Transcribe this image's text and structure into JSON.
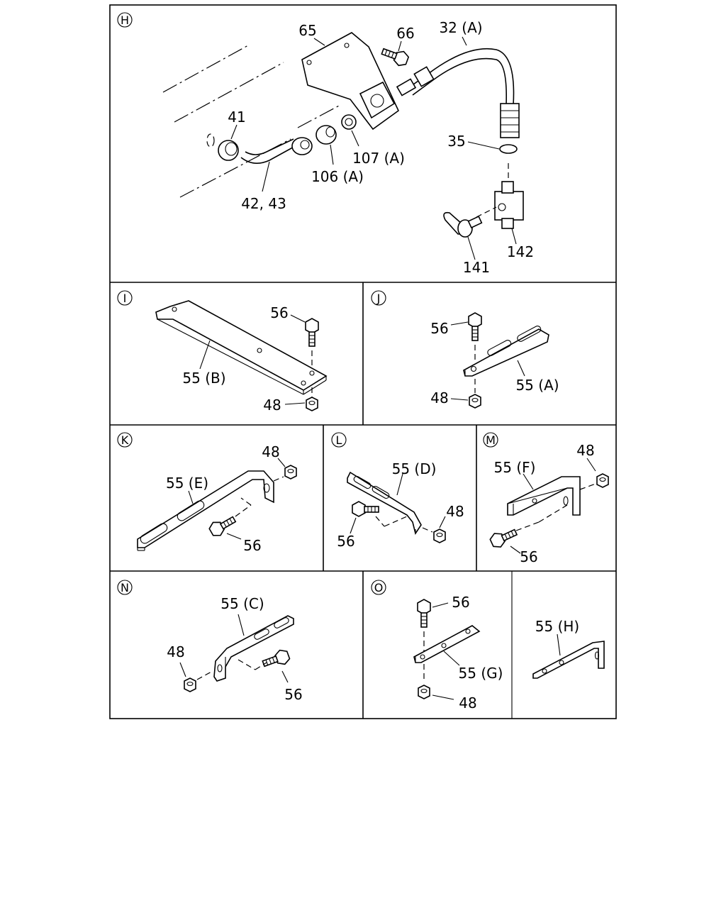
{
  "sections": {
    "H": {
      "marker": "H",
      "callouts": {
        "c65": "65",
        "c66": "66",
        "c32": "32 (A)",
        "c41": "41",
        "c35": "35",
        "c107": "107 (A)",
        "c106": "106 (A)",
        "c42": "42, 43",
        "c141": "141",
        "c142": "142"
      }
    },
    "I": {
      "marker": "I",
      "callouts": {
        "c56": "56",
        "c55": "55 (B)",
        "c48": "48"
      }
    },
    "J": {
      "marker": "J",
      "callouts": {
        "c56": "56",
        "c55": "55 (A)",
        "c48": "48"
      }
    },
    "K": {
      "marker": "K",
      "callouts": {
        "c48": "48",
        "c55": "55 (E)",
        "c56": "56"
      }
    },
    "L": {
      "marker": "L",
      "callouts": {
        "c55": "55 (D)",
        "c48": "48",
        "c56": "56"
      }
    },
    "M": {
      "marker": "M",
      "callouts": {
        "c55": "55 (F)",
        "c48": "48",
        "c56": "56"
      }
    },
    "N": {
      "marker": "N",
      "callouts": {
        "c55": "55 (C)",
        "c48": "48",
        "c56": "56"
      }
    },
    "O": {
      "marker": "O",
      "callouts": {
        "c56": "56",
        "c55": "55 (G)",
        "c48": "48"
      }
    },
    "O2": {
      "callouts": {
        "c55": "55 (H)"
      }
    }
  }
}
